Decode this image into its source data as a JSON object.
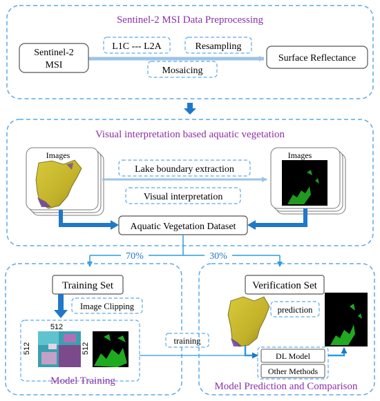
{
  "sections": {
    "preprocessing": {
      "title": "Sentinel-2 MSI Data Preprocessing",
      "source_line1": "Sentinel-2",
      "source_line2": "MSI",
      "step_l1c": "L1C --- L2A",
      "step_resampling": "Resampling",
      "step_mosaicing": "Mosaicing",
      "output": "Surface Reflectance"
    },
    "interpretation": {
      "title": "Visual interpretation based aquatic vegetation",
      "images_left": "Images",
      "images_right": "Images",
      "step_boundary": "Lake boundary extraction",
      "step_visual": "Visual interpretation",
      "dataset": "Aquatic Vegetation Dataset"
    },
    "split": {
      "train_pct": "70%",
      "verify_pct": "30%"
    },
    "training": {
      "set_label": "Training Set",
      "clipping": "Image Clipping",
      "size_top": "512",
      "size_side_left": "512",
      "size_side_right": "512",
      "caption": "Model Training",
      "training_label": "training"
    },
    "prediction": {
      "set_label": "Verification Set",
      "prediction_label": "prediction",
      "dl_model": "DL Model",
      "other_methods": "Other Methods",
      "caption": "Model Prediction and Comparison"
    }
  },
  "colors": {
    "dashed_border": "#5aa9e6",
    "arrow_blue": "#1f78c8",
    "arrow_light": "#9dc3e6",
    "title_purple": "#8b2fa8"
  }
}
